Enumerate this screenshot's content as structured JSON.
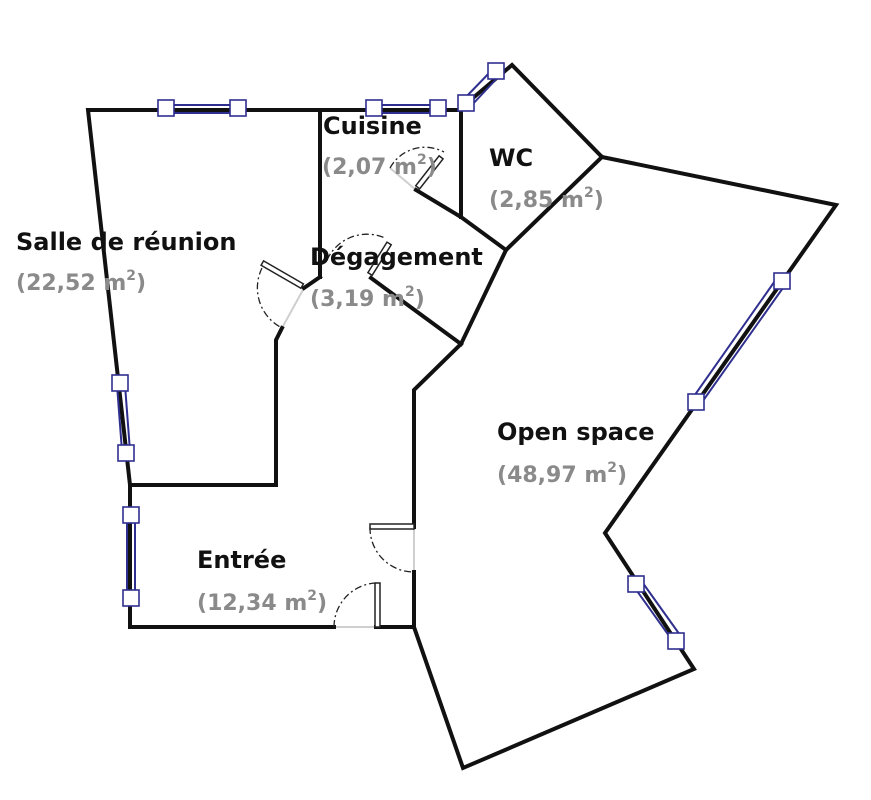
{
  "floor_plan": {
    "rooms": [
      {
        "id": "salle-de-reunion",
        "name": "Salle de réunion",
        "area_value": "22,52",
        "area_unit": "m",
        "area_exponent": "2"
      },
      {
        "id": "cuisine",
        "name": "Cuisine",
        "area_value": "2,07",
        "area_unit": "m",
        "area_exponent": "2"
      },
      {
        "id": "wc",
        "name": "WC",
        "area_value": "2,85",
        "area_unit": "m",
        "area_exponent": "2"
      },
      {
        "id": "degagement",
        "name": "Dégagement",
        "area_value": "3,19",
        "area_unit": "m",
        "area_exponent": "2"
      },
      {
        "id": "open-space",
        "name": "Open space",
        "area_value": "48,97",
        "area_unit": "m",
        "area_exponent": "2"
      },
      {
        "id": "entree",
        "name": "Entrée",
        "area_value": "12,34",
        "area_unit": "m",
        "area_exponent": "2"
      }
    ],
    "colors": {
      "wall": "#111111",
      "window": "#2f2f8f",
      "room_name": "#111111",
      "room_area": "#8a8a8a"
    }
  }
}
